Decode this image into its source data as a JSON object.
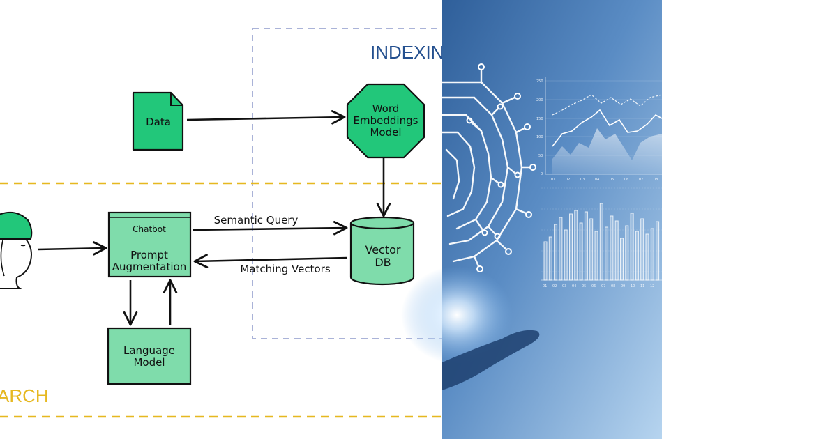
{
  "diagram": {
    "indexing_label": "INDEXIN",
    "search_label": "ARCH",
    "data_node": "Data",
    "embeddings_node": [
      "Word",
      "Embeddings",
      "Model"
    ],
    "vector_db_node": [
      "Vector",
      "DB"
    ],
    "chatbot_header": "Chatbot",
    "prompt_node": [
      "Prompt",
      "Augmentation"
    ],
    "language_model_node": [
      "Language",
      "Model"
    ],
    "semantic_query_label": "Semantic Query",
    "matching_vectors_label": "Matching Vectors"
  },
  "photo": {
    "line_chart_y_ticks": [
      "250",
      "200",
      "150",
      "100",
      "50",
      "0"
    ],
    "line_chart_x_ticks": [
      "01",
      "02",
      "03",
      "04",
      "05",
      "06",
      "07",
      "08"
    ],
    "bar_chart_x_ticks": [
      "01",
      "02",
      "03",
      "04",
      "05",
      "06",
      "07",
      "08",
      "09",
      "10",
      "11",
      "12"
    ]
  },
  "colors": {
    "node_green": "#22c77a",
    "box_green": "#7fdcab",
    "indexing_blue": "#24508f",
    "indexing_border": "#aab3d8",
    "search_yellow": "#e6b820",
    "photo_blue_dark": "#3f6fa8",
    "photo_blue_light": "#a9cbea"
  }
}
